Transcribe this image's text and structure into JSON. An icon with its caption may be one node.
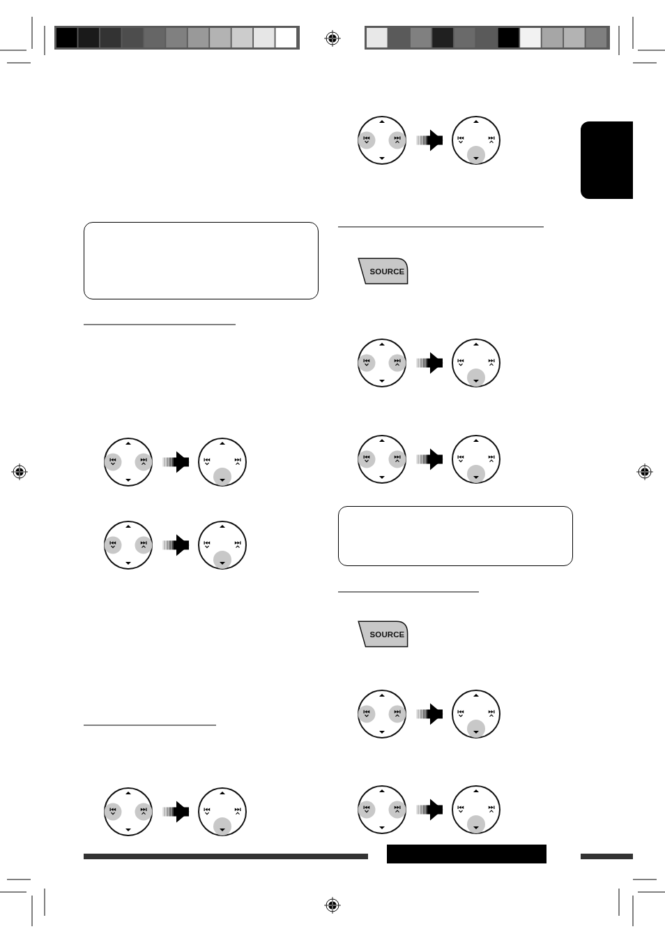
{
  "diagram": {
    "nodes": [
      {
        "text": [],
        "shape": "box"
      },
      {
        "text": [],
        "shape": "picture"
      },
      {
        "text": [],
        "shape": "picture"
      },
      {
        "text": [],
        "shape": "picture"
      },
      {
        "text": [],
        "shape": "picture"
      },
      {
        "text": [],
        "shape": "picture"
      },
      {
        "text": [],
        "shape": "picture"
      },
      {
        "text": [],
        "shape": "picture"
      },
      {
        "text": [],
        "shape": "picture"
      },
      {
        "text": [
          "SOURCE"
        ]
      },
      {
        "text": [],
        "shape": "picture"
      },
      {
        "text": [],
        "shape": "picture"
      },
      {
        "text": [],
        "shape": "picture"
      },
      {
        "text": [],
        "shape": "picture"
      },
      {
        "text": [],
        "shape": "box"
      },
      {
        "text": [
          "SOURCE"
        ]
      },
      {
        "text": [],
        "shape": "picture"
      },
      {
        "text": [],
        "shape": "picture"
      },
      {
        "text": [],
        "shape": "picture"
      },
      {
        "text": [],
        "shape": "picture"
      },
      {
        "text": [],
        "shape": "tab"
      }
    ],
    "edges": [
      {
        "from": 1,
        "to": 2,
        "arrow": "to"
      },
      {
        "from": 3,
        "to": 4,
        "arrow": "to"
      },
      {
        "from": 5,
        "to": 6,
        "arrow": "to"
      },
      {
        "from": 7,
        "to": 8,
        "arrow": "to"
      },
      {
        "from": 10,
        "to": 11,
        "arrow": "to"
      },
      {
        "from": 12,
        "to": 13,
        "arrow": "to"
      },
      {
        "from": 16,
        "to": 17,
        "arrow": "to"
      },
      {
        "from": 18,
        "to": 19,
        "arrow": "to"
      }
    ]
  }
}
